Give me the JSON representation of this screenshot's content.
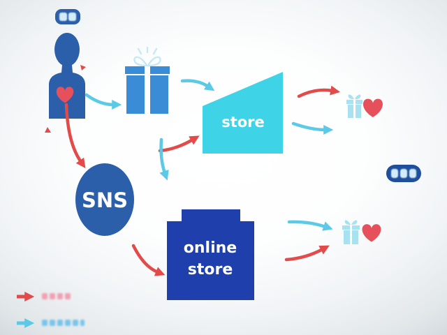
{
  "diagram": {
    "store": {
      "label": "store"
    },
    "sns": {
      "label": "SNS"
    },
    "online_store": {
      "line1": "online",
      "line2": "store"
    }
  },
  "icons": {
    "person": "person-icon",
    "chest_heart": "heart-icon",
    "gift_box": "gift-box-icon",
    "small_gift": "gift-icon",
    "gift_heart": "heart-icon",
    "badge": "badge-icon"
  },
  "colors": {
    "navy": "#2c5fa9",
    "navy_dark": "#1f4e9d",
    "royal": "#1e3fac",
    "cyan_node": "#3fd3e8",
    "gift_blue": "#3b8cd6",
    "gift_light": "#a8e1ef",
    "ribbon": "#ffffff",
    "bow_light": "#c6e8f7",
    "heart": "#e6505a",
    "arrow_red": "#e34a4a",
    "arrow_cyan": "#5ccae6",
    "badge_inner": "#d4ecfa",
    "legend_red_text": "#f0a2b2",
    "legend_cyan_text": "#79c5ea"
  }
}
